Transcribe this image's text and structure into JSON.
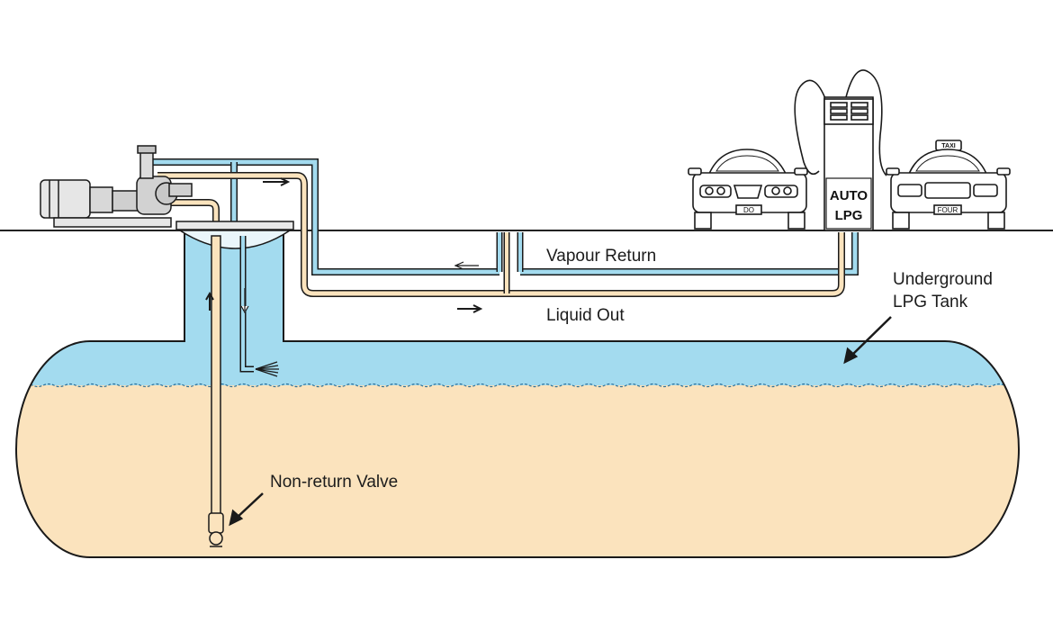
{
  "labels": {
    "vapour_return": "Vapour Return",
    "liquid_out": "Liquid Out",
    "tank": [
      "Underground",
      "LPG Tank"
    ],
    "non_return_valve": "Non-return Valve"
  },
  "dispenser": {
    "line1": "AUTO",
    "line2": "LPG"
  },
  "cars": {
    "left_plate": "DO",
    "right_plate": "FOUR",
    "taxi_sign": "TAXI"
  },
  "colors": {
    "vapour": "#a3dbef",
    "liquid": "#fbe3bd",
    "outline": "#1a1a1a",
    "vapour_pipe": "#4aa5cf",
    "liquid_pipe": "#d6bd92"
  }
}
